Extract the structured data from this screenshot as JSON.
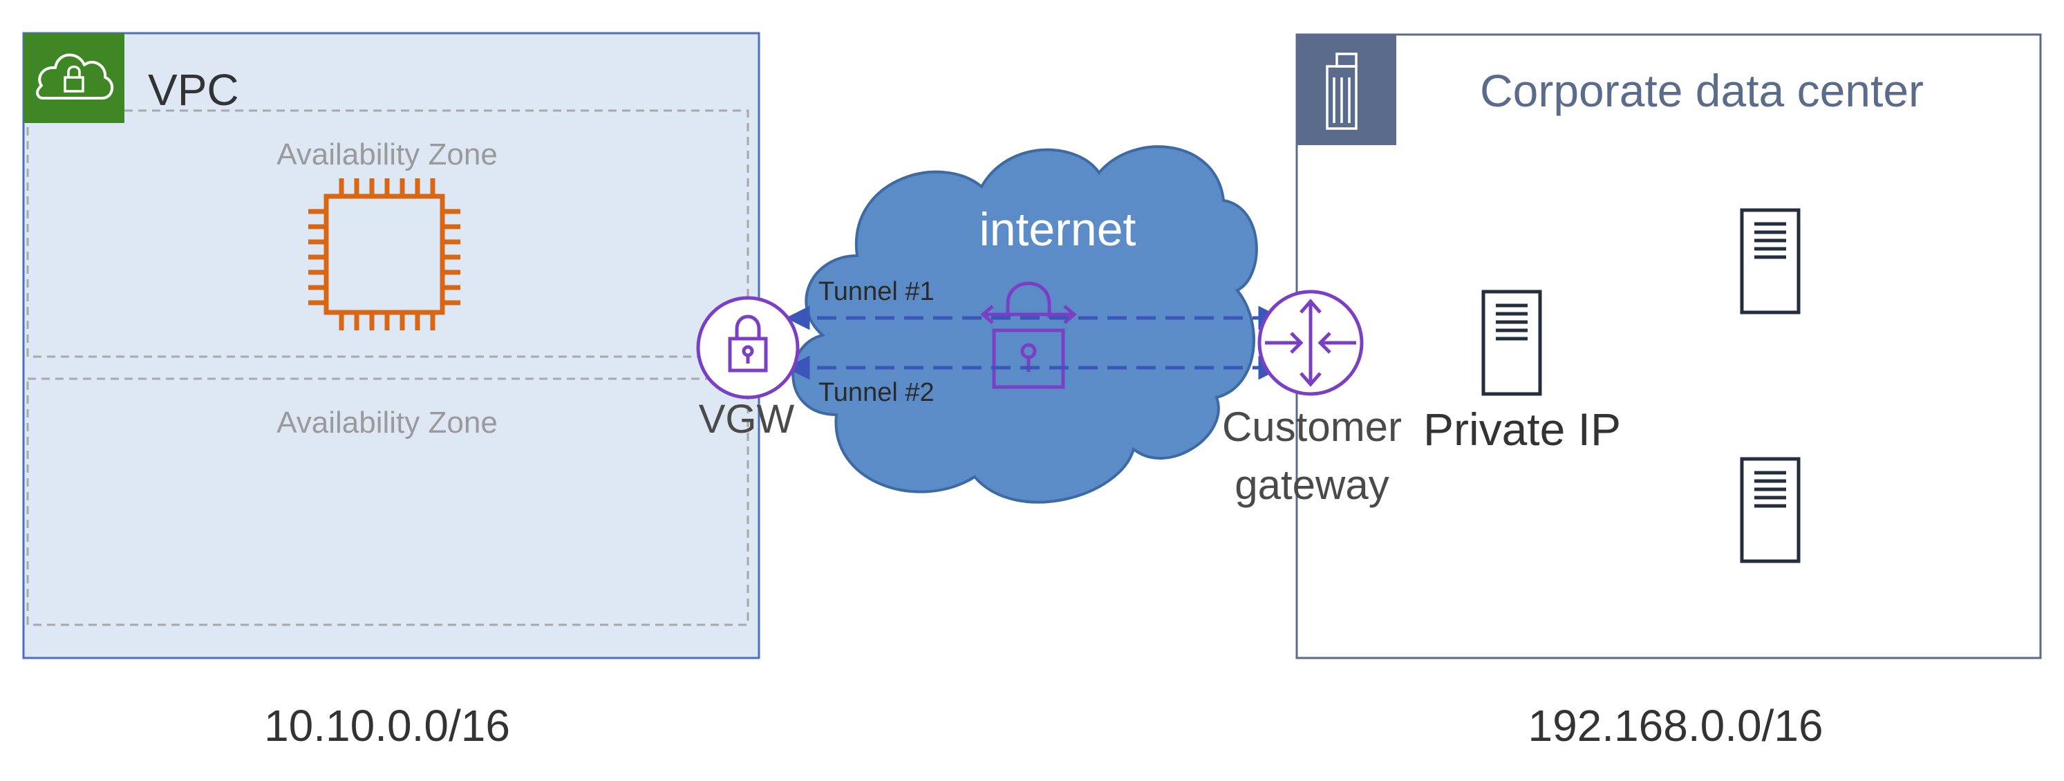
{
  "vpc": {
    "title": "VPC",
    "az_top": "Availability Zone",
    "az_bottom": "Availability Zone",
    "cidr": "10.10.0.0/16",
    "fill_color": "#dde8f4",
    "border_color": "#4a6fbf",
    "badge_color": "#3f8624",
    "instance_icon": "ec2-instance-icon",
    "instance_color": "#d86613"
  },
  "internet": {
    "label": "internet",
    "cloud_color": "#5b8cc8",
    "cloud_stroke": "#3e6aa3",
    "lock_icon": "padlock-icon"
  },
  "vgw": {
    "label": "VGW",
    "icon": "vpn-gateway-icon",
    "color": "#7b3fc6"
  },
  "tunnels": {
    "tunnel1": "Tunnel #1",
    "tunnel2": "Tunnel #2",
    "line_color": "#3a56b8"
  },
  "customer_gateway": {
    "label_line1": "Customer",
    "label_line2": "gateway",
    "icon": "router-icon",
    "color": "#7b3fc6"
  },
  "datacenter": {
    "title": "Corporate data center",
    "private_ip_label": "Private IP",
    "cidr": "192.168.0.0/16",
    "border_color": "#5a6b8c",
    "badge_color": "#5a6b8c",
    "badge_icon": "building-icon",
    "server_icon": "server-icon",
    "server_color": "#232f3e"
  }
}
